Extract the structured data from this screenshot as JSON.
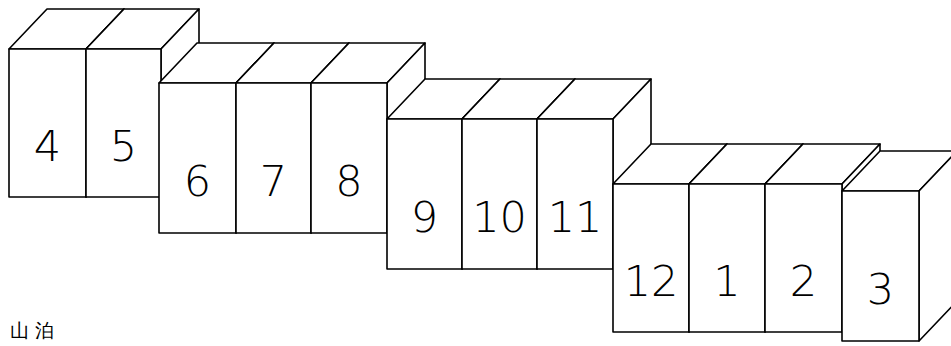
{
  "diagram": {
    "nodes": [
      {
        "text": [
          "4"
        ]
      },
      {
        "text": [
          "5"
        ]
      },
      {
        "text": [
          "6"
        ]
      },
      {
        "text": [
          "7"
        ]
      },
      {
        "text": [
          "8"
        ]
      },
      {
        "text": [
          "9"
        ]
      },
      {
        "text": [
          "10"
        ]
      },
      {
        "text": [
          "11"
        ]
      },
      {
        "text": [
          "12"
        ]
      },
      {
        "text": [
          "1"
        ]
      },
      {
        "text": [
          "2"
        ]
      },
      {
        "text": [
          "3"
        ]
      }
    ],
    "labels": [
      "山 泊"
    ]
  }
}
